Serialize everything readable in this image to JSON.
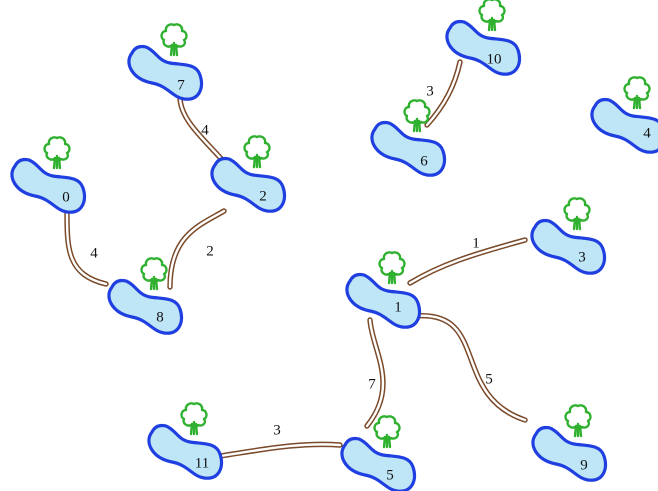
{
  "colors": {
    "island_fill": "#bfe6f7",
    "island_stroke": "#1f3fe0",
    "tree": "#2fb02f",
    "road": "#7a4a2a",
    "background": "#ffffff"
  },
  "icons": {
    "island": "island-icon",
    "tree": "tree-icon"
  },
  "islands": [
    {
      "id": "0",
      "label": "0"
    },
    {
      "id": "1",
      "label": "1"
    },
    {
      "id": "2",
      "label": "2"
    },
    {
      "id": "3",
      "label": "3"
    },
    {
      "id": "4",
      "label": "4"
    },
    {
      "id": "5",
      "label": "5"
    },
    {
      "id": "6",
      "label": "6"
    },
    {
      "id": "7",
      "label": "7"
    },
    {
      "id": "8",
      "label": "8"
    },
    {
      "id": "9",
      "label": "9"
    },
    {
      "id": "10",
      "label": "10"
    },
    {
      "id": "11",
      "label": "11"
    }
  ],
  "bridges": [
    {
      "from": "0",
      "to": "8",
      "weight": "4"
    },
    {
      "from": "7",
      "to": "2",
      "weight": "4"
    },
    {
      "from": "2",
      "to": "8",
      "weight": "2"
    },
    {
      "from": "10",
      "to": "6",
      "weight": "3"
    },
    {
      "from": "1",
      "to": "3",
      "weight": "1"
    },
    {
      "from": "1",
      "to": "5",
      "weight": "7"
    },
    {
      "from": "1",
      "to": "9",
      "weight": "5"
    },
    {
      "from": "11",
      "to": "5",
      "weight": "3"
    }
  ]
}
